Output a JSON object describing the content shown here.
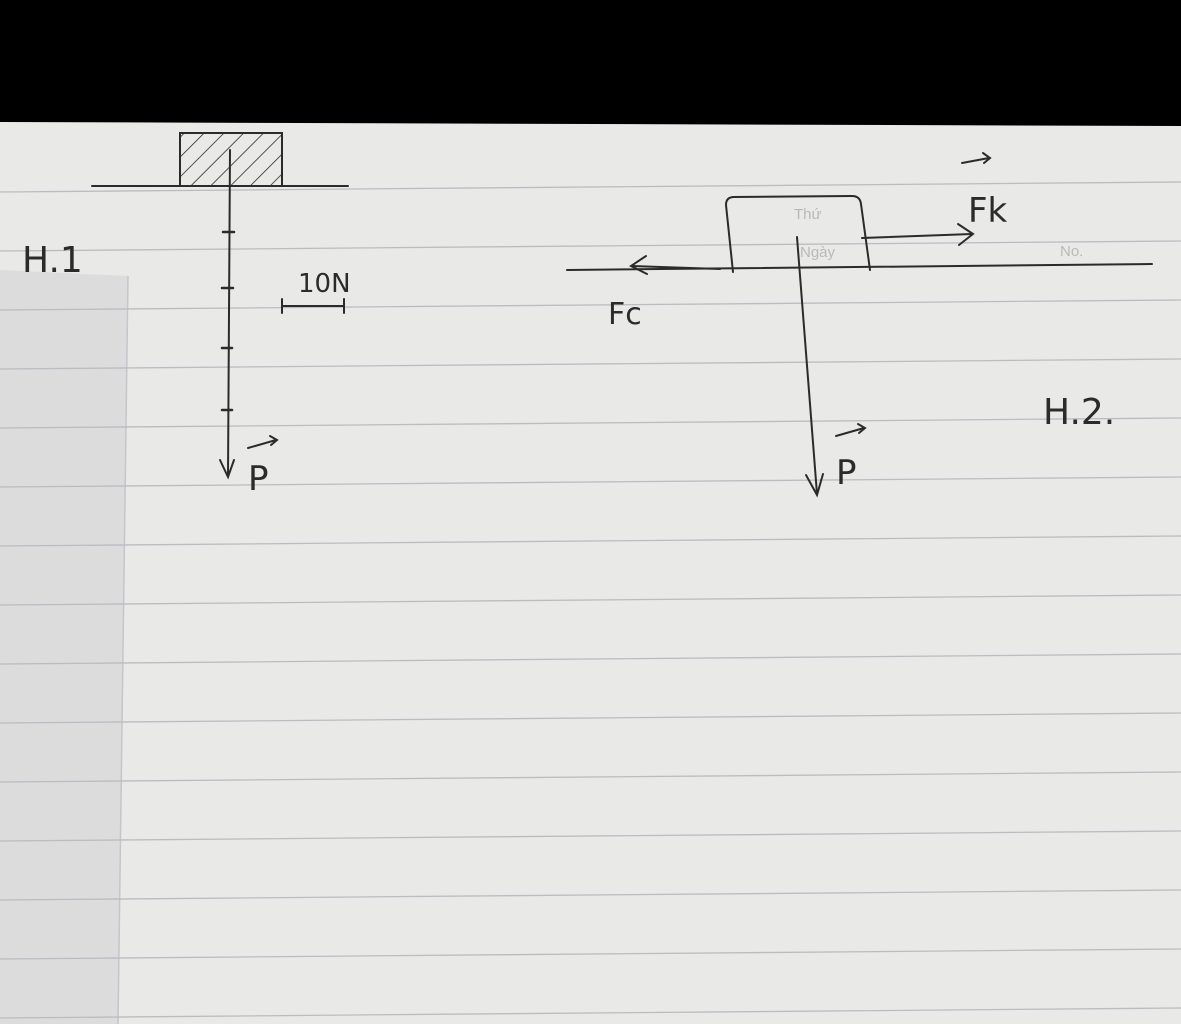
{
  "photo": {
    "subject": "Handwritten physics force diagrams on ruled notebook paper",
    "paper_color": "#e9e9e7",
    "line_color": "#b9bcc2",
    "ink_color": "#2b2b2b"
  },
  "printed_header": {
    "weekday_label": "Thứ",
    "date_label": "Ngày",
    "number_label": "No."
  },
  "figure_1": {
    "label": "H.1",
    "scale_label": "10N",
    "force_label": "P"
  },
  "figure_2": {
    "label": "H.2.",
    "pull_force_label": "Fk",
    "friction_label": "Fc",
    "weight_label": "P"
  }
}
